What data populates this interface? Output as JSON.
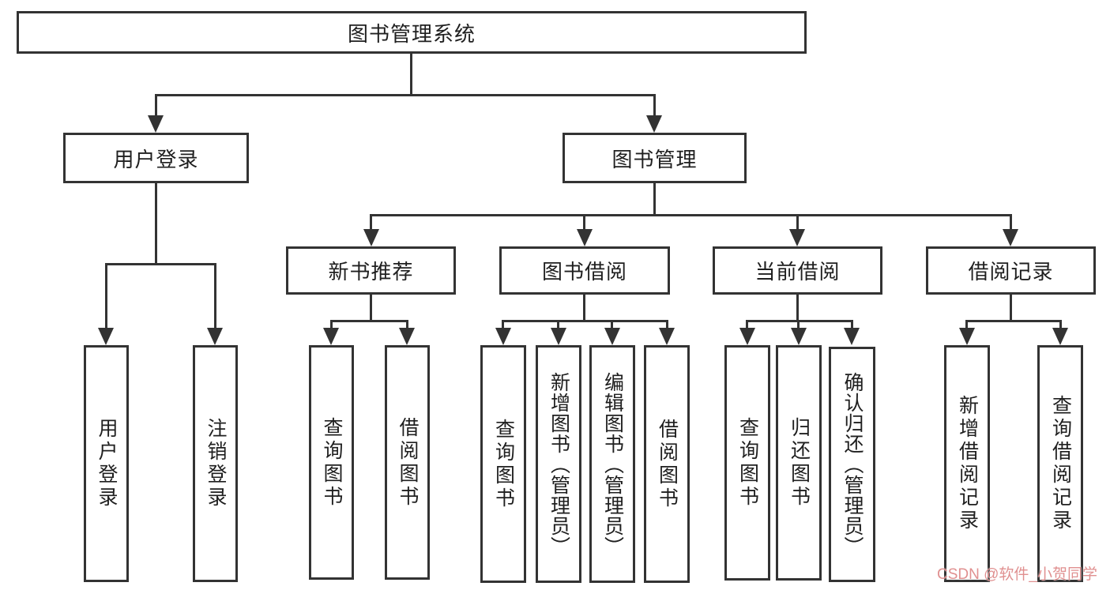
{
  "tree": {
    "root": {
      "label": "图书管理系统"
    },
    "branches": [
      {
        "label": "用户登录",
        "leaves": [
          {
            "label": "用户登录"
          },
          {
            "label": "注销登录"
          }
        ]
      },
      {
        "label": "图书管理",
        "groups": [
          {
            "label": "新书推荐",
            "leaves": [
              {
                "label": "查询图书"
              },
              {
                "label": "借阅图书"
              }
            ]
          },
          {
            "label": "图书借阅",
            "leaves": [
              {
                "label": "查询图书"
              },
              {
                "label": "新增图书（管理员）"
              },
              {
                "label": "编辑图书（管理员）"
              },
              {
                "label": "借阅图书"
              }
            ]
          },
          {
            "label": "当前借阅",
            "leaves": [
              {
                "label": "查询图书"
              },
              {
                "label": "归还图书"
              },
              {
                "label": "确认归还（管理员）"
              }
            ]
          },
          {
            "label": "借阅记录",
            "leaves": [
              {
                "label": "新增借阅记录"
              },
              {
                "label": "查询借阅记录"
              }
            ]
          }
        ]
      }
    ]
  },
  "watermark": {
    "text": "CSDN @软件_小贺同学"
  },
  "colors": {
    "line": "#333333",
    "box_border": "#333333",
    "watermark": "#DE8A8A",
    "background": "#FFFFFF"
  }
}
